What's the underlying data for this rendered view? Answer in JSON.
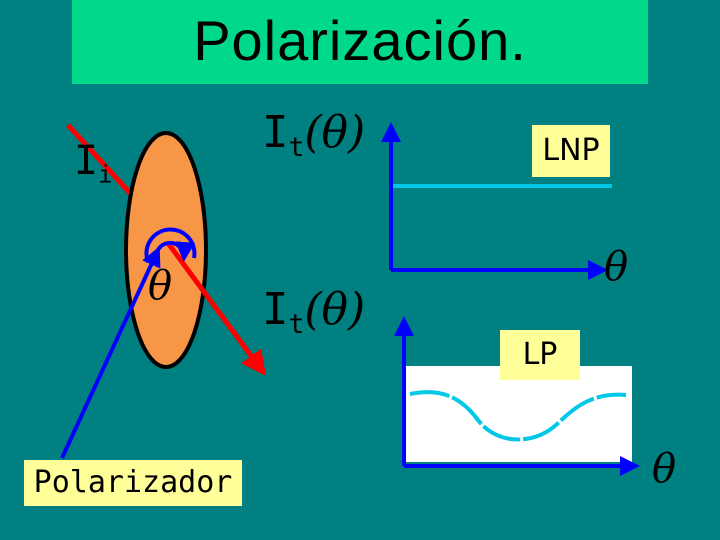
{
  "title": "Polarización.",
  "labels": {
    "incident_intensity_symbol": "I",
    "incident_intensity_subscript": "i",
    "transmitted_top_symbol": "I",
    "transmitted_top_subscript": "t",
    "transmitted_top_arg": "(θ)",
    "transmitted_bottom_symbol": "I",
    "transmitted_bottom_subscript": "t",
    "transmitted_bottom_arg": "(θ)",
    "angle_symbol": "θ",
    "top_axis_theta": "θ",
    "bottom_axis_theta": "θ",
    "polarizer_label": "Polarizador",
    "top_plot_label": "LNP",
    "bottom_plot_label": "LP"
  },
  "colors": {
    "background": "#008080",
    "title_band": "#00d98c",
    "polarizer_fill": "#f79646",
    "label_box": "#ffff99",
    "beam_red": "#ff0000",
    "beam_blue": "#0000ff",
    "curve": "#00c8e6"
  }
}
